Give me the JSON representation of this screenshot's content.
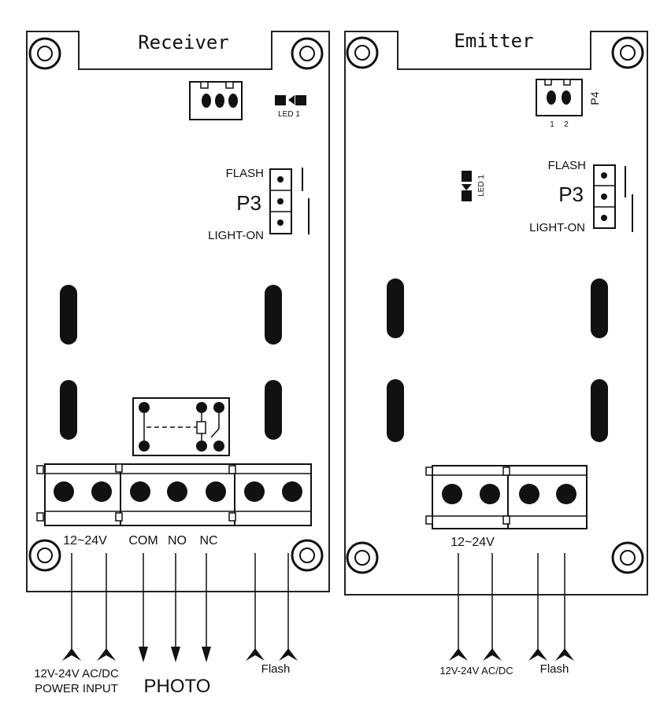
{
  "receiver": {
    "title": "Receiver",
    "led_label": "LED 1",
    "jumper": {
      "id": "P3",
      "top": "FLASH",
      "bottom": "LIGHT-ON"
    },
    "terminal_labels": [
      "12~24V",
      "COM",
      "NO",
      "NC"
    ],
    "bottom": {
      "power_line1": "12V-24V AC/DC",
      "power_line2": "POWER INPUT",
      "photo": "PHOTO",
      "flash": "Flash"
    }
  },
  "emitter": {
    "title": "Emitter",
    "connector_id": "P4",
    "connector_pins": [
      "1",
      "2"
    ],
    "led_label": "LED 1",
    "jumper": {
      "id": "P3",
      "top": "FLASH",
      "bottom": "LIGHT-ON"
    },
    "terminal_label": "12~24V",
    "bottom": {
      "power": "12V-24V AC/DC",
      "flash": "Flash"
    }
  },
  "colors": {
    "ink": "#111111",
    "paper": "#ffffff"
  }
}
